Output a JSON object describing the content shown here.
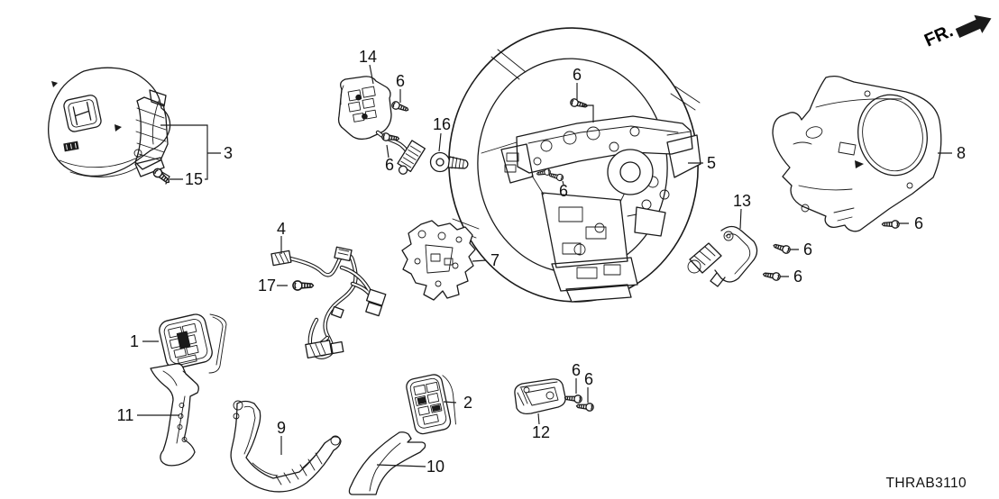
{
  "diagram": {
    "code": "THRAB3110",
    "direction_label": "FR.",
    "line_color": "#1a1a1a",
    "background_color": "#ffffff"
  },
  "callouts": {
    "c1": "1",
    "c2": "2",
    "c3": "3",
    "c4": "4",
    "c5": "5",
    "c6a": "6",
    "c6b": "6",
    "c6c": "6",
    "c6d": "6",
    "c6e": "6",
    "c6f": "6",
    "c6g": "6",
    "c6h": "6",
    "c6i": "6",
    "c7": "7",
    "c8": "8",
    "c9": "9",
    "c10": "10",
    "c11": "11",
    "c12": "12",
    "c13": "13",
    "c14": "14",
    "c15": "15",
    "c16": "16",
    "c17": "17"
  }
}
